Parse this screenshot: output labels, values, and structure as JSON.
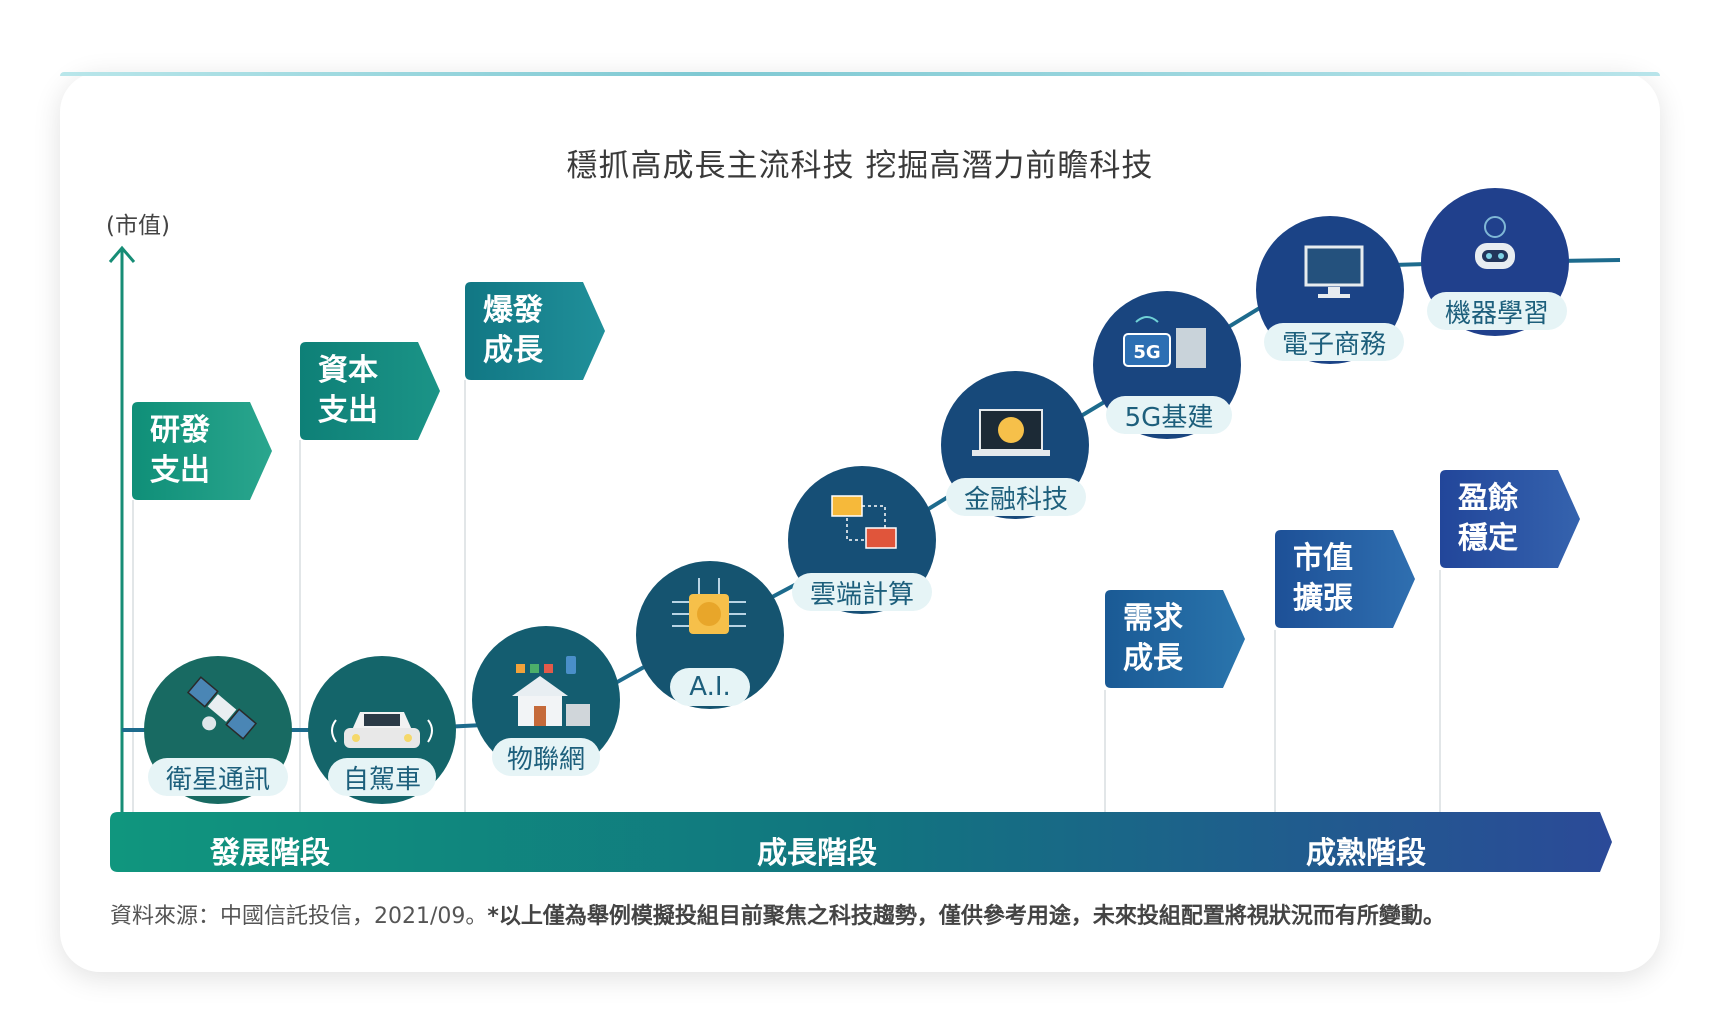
{
  "title": "穩抓高成長主流科技  挖掘高潛力前瞻科技",
  "y_axis_label": "(市值)",
  "growth_stages": [
    {
      "line1": "研發",
      "line2": "支出"
    },
    {
      "line1": "資本",
      "line2": "支出"
    },
    {
      "line1": "爆發",
      "line2": "成長"
    }
  ],
  "mature_stages": [
    {
      "line1": "需求",
      "line2": "成長"
    },
    {
      "line1": "市值",
      "line2": "擴張"
    },
    {
      "line1": "盈餘",
      "line2": "穩定"
    }
  ],
  "technologies": [
    {
      "label": "衛星通訊",
      "icon": "satellite-icon"
    },
    {
      "label": "自駕車",
      "icon": "car-icon"
    },
    {
      "label": "物聯網",
      "icon": "smart-home-icon"
    },
    {
      "label": "A.I.",
      "icon": "chip-icon"
    },
    {
      "label": "雲端計算",
      "icon": "cloud-network-icon"
    },
    {
      "label": "金融科技",
      "icon": "laptop-coin-icon"
    },
    {
      "label": "5G基建",
      "icon": "5g-server-icon"
    },
    {
      "label": "電子商務",
      "icon": "monitor-data-icon"
    },
    {
      "label": "機器學習",
      "icon": "robot-icon"
    }
  ],
  "icon_badge_5g": "5G",
  "phases": [
    "發展階段",
    "成長階段",
    "成熟階段"
  ],
  "source_prefix": "資料來源：中國信託投信，2021/09。",
  "source_note": "*以上僅為舉例模擬投組目前聚焦之科技趨勢，僅供參考用途，未來投組配置將視狀況而有所變動。",
  "colors": {
    "teal": "#139a82",
    "navy": "#2a4e9a",
    "circle": "#17506f",
    "pill_bg": "#e6f4f6"
  }
}
